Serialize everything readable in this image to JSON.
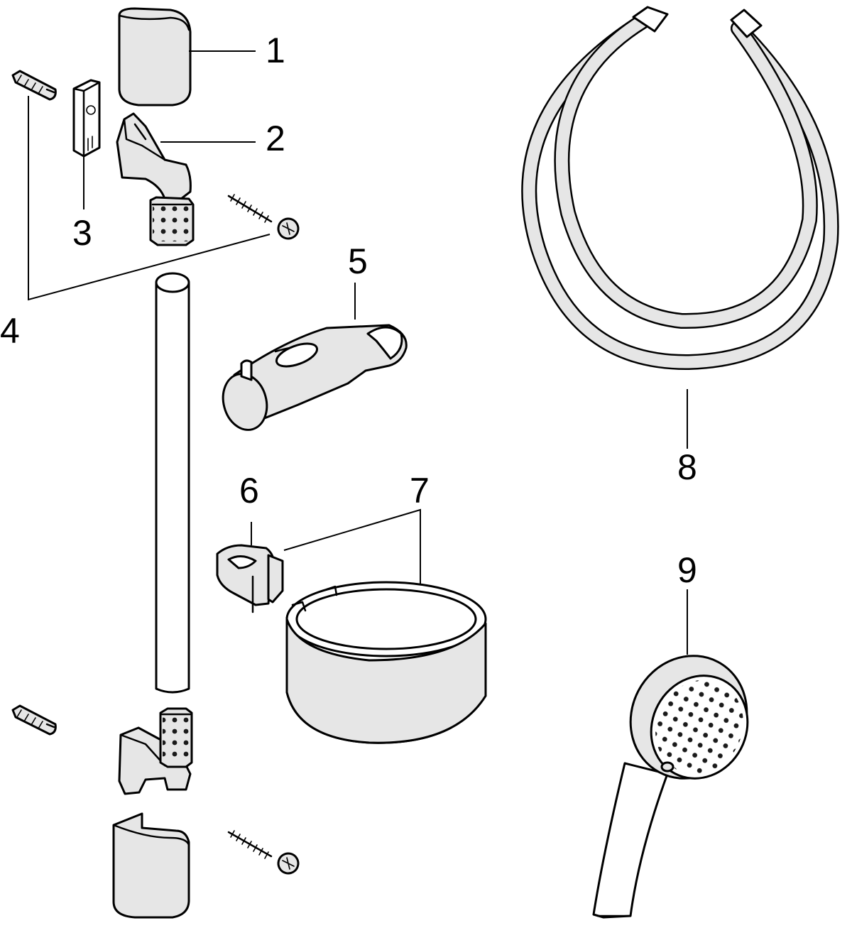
{
  "callouts": {
    "c1": "1",
    "c2": "2",
    "c3": "3",
    "c4": "4",
    "c5": "5",
    "c6": "6",
    "c7": "7",
    "c8": "8",
    "c9": "9"
  },
  "colors": {
    "line": "#000000",
    "part_fill": "#e6e6e6",
    "background": "#ffffff"
  },
  "icons": [
    "cap-icon",
    "wall-bracket-icon",
    "mounting-plate-icon",
    "wall-plug-icon",
    "screw-icon",
    "slide-rail-icon",
    "slider-icon",
    "clip-icon",
    "soap-dish-ring-icon",
    "shower-hose-icon",
    "hand-shower-icon"
  ]
}
